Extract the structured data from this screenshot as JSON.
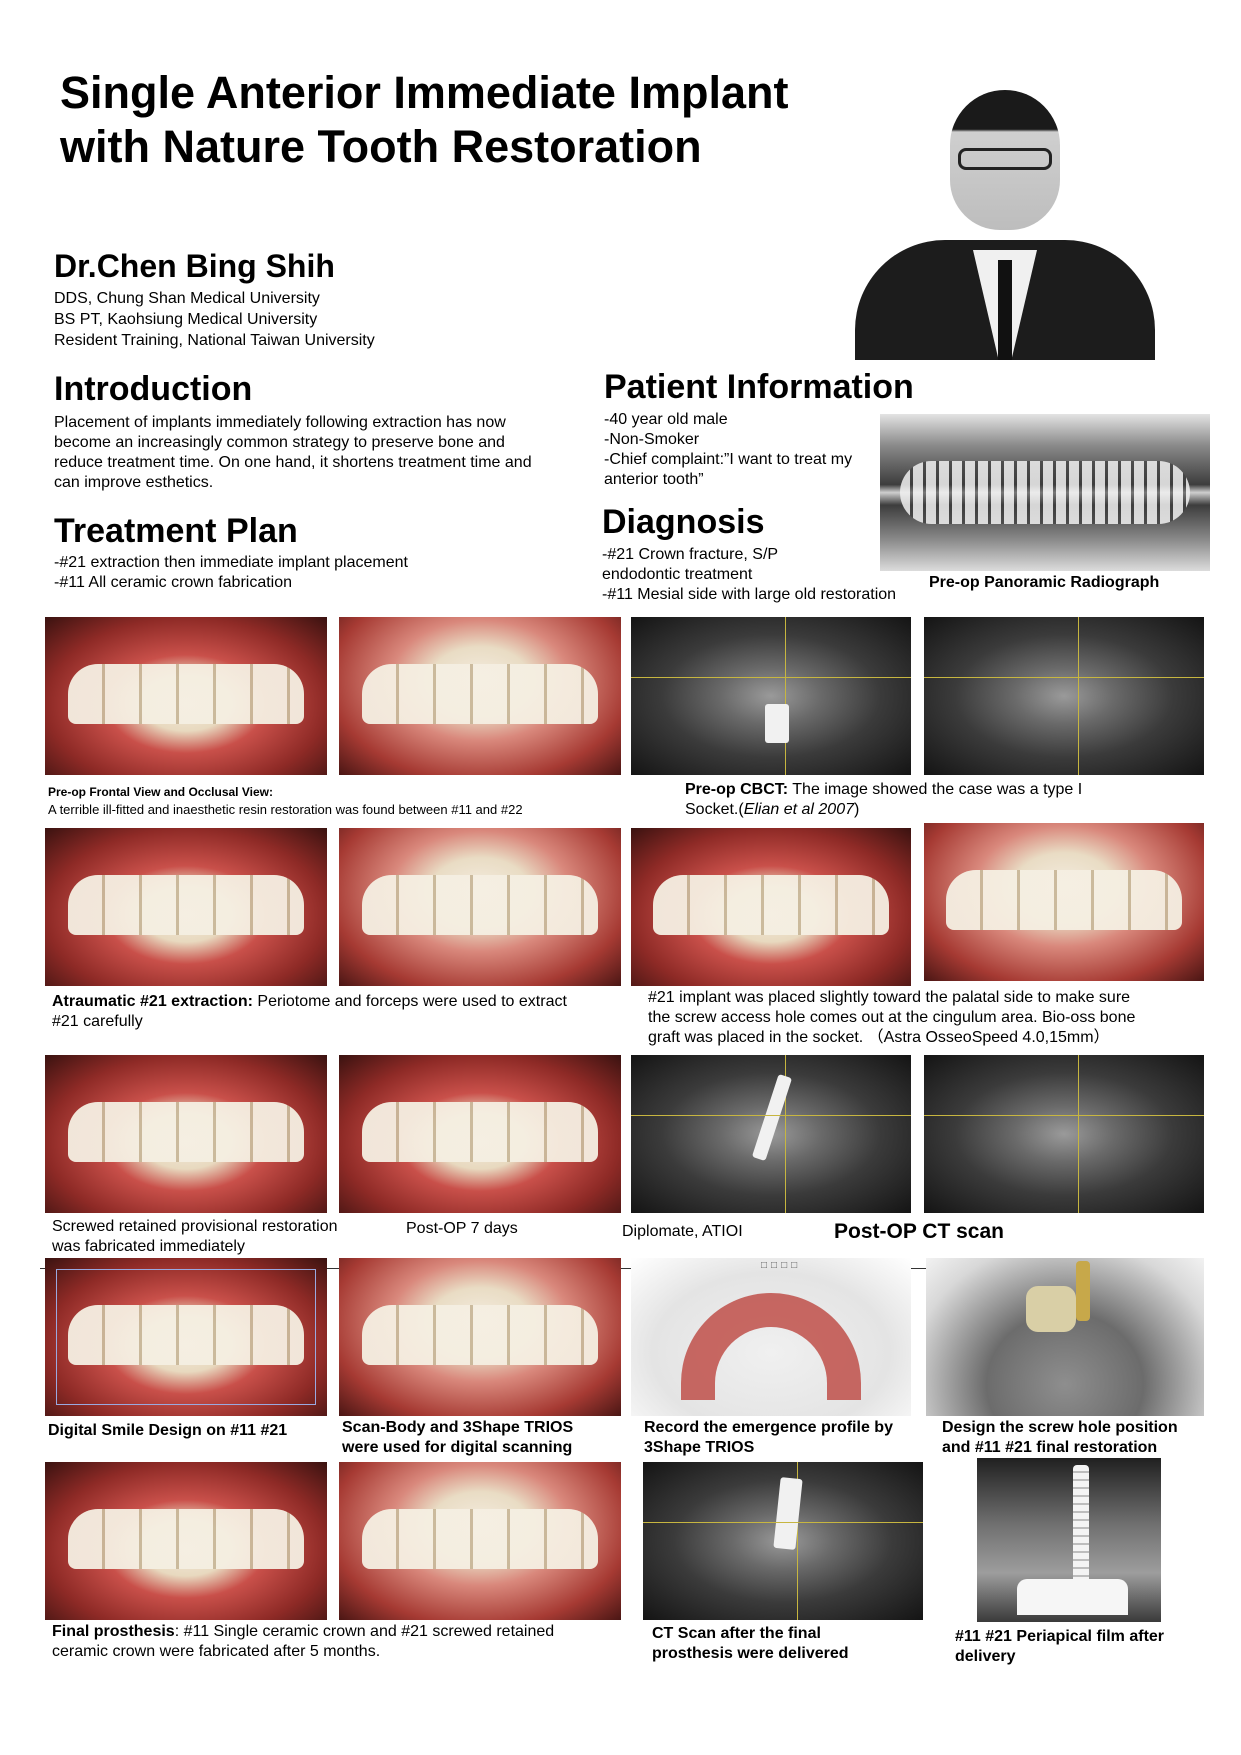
{
  "title_line1": "Single Anterior Immediate Implant",
  "title_line2": "with Nature Tooth Restoration",
  "author": {
    "name": "Dr.Chen Bing Shih",
    "credentials": [
      "DDS, Chung Shan Medical University",
      "BS PT, Kaohsiung Medical University",
      "Resident Training,  National Taiwan University"
    ]
  },
  "introduction": {
    "heading": "Introduction",
    "lines": [
      "Placement of implants immediately following extraction has now",
      "become an increasingly common strategy to preserve bone and",
      "reduce treatment time. On one hand, it shortens treatment time and",
      "can improve esthetics."
    ]
  },
  "treatment_plan": {
    "heading": "Treatment Plan",
    "lines": [
      "-#21 extraction then immediate implant placement",
      "-#11 All ceramic crown fabrication"
    ]
  },
  "patient_information": {
    "heading": "Patient Information",
    "lines": [
      "-40 year old male",
      "-Non-Smoker",
      "-Chief complaint:”I want to treat my",
      "anterior tooth”"
    ]
  },
  "diagnosis": {
    "heading": "Diagnosis",
    "lines": [
      "-#21 Crown fracture, S/P",
      "endodontic treatment",
      "-#11 Mesial side with large old restoration"
    ]
  },
  "captions": {
    "pano": "Pre-op Panoramic Radiograph",
    "preop_view_bold": "Pre-op Frontal View and Occlusal View:",
    "preop_view_text": "A terrible ill-fitted and inaesthetic resin restoration was found between #11 and #22",
    "cbct_bold": "Pre-op CBCT:",
    "cbct_text1": " The image showed the case was a type I",
    "cbct_text2a": "Socket.(",
    "cbct_text2b": "Elian et al 2007",
    "cbct_text2c": ")",
    "extraction_bold": "Atraumatic #21 extraction:",
    "extraction_text1": " Periotome and forceps were used to extract",
    "extraction_text2": "#21 carefully",
    "implant_lines": [
      "#21 implant was placed slightly toward the palatal side to make sure",
      "the screw access hole comes out at the cingulum area. Bio-oss  bone",
      "graft was placed in the socket.     （Astra  OsseoSpeed 4.0,15mm）"
    ],
    "provisional_1": "Screwed retained provisional restoration",
    "provisional_2": "was fabricated immediately",
    "postop_7": "Post-OP 7 days",
    "diplomate": "Diplomate, ATIOI",
    "postop_ct": "Post-OP CT scan",
    "dsd": "Digital Smile Design on #11 #21",
    "scanbody_1": "Scan-Body and 3Shape TRIOS",
    "scanbody_2": "were used for digital scanning",
    "emergence_1": "Record the emergence profile by",
    "emergence_2": "3Shape TRIOS",
    "design_1": "Design the screw hole position",
    "design_2": "and #11 #21 final restoration",
    "final_bold": "Final prosthesis",
    "final_text1": ": #11 Single ceramic crown and #21 screwed retained",
    "final_text2": "ceramic crown were fabricated after 5 months.",
    "ctfinal_1": "CT Scan after the final",
    "ctfinal_2": "prosthesis were delivered",
    "periapical_1": "#11 #21 Periapical film after",
    "periapical_2": "delivery"
  }
}
